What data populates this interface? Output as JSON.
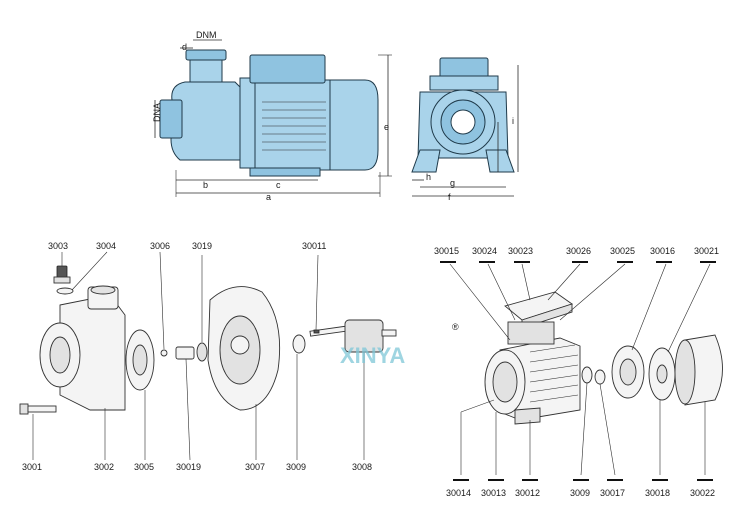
{
  "top_dimension_labels": {
    "d": "d",
    "dnm": "DNM",
    "dna": "DNA",
    "b": "b",
    "c": "c",
    "a": "a",
    "e": "e",
    "h": "h",
    "g": "g",
    "f": "f",
    "i": "i"
  },
  "watermark": {
    "text": "XINYA",
    "mark": "®"
  },
  "part_labels": {
    "p3003": "3003",
    "p3004": "3004",
    "p3006": "3006",
    "p3019": "3019",
    "p30011": "30011",
    "p3001": "3001",
    "p3002": "3002",
    "p3005": "3005",
    "p30019": "30019",
    "p3007": "3007",
    "p3009a": "3009",
    "p3008": "3008",
    "p30015": "30015",
    "p30024": "30024",
    "p30023": "30023",
    "p30026": "30026",
    "p30025": "30025",
    "p30016": "30016",
    "p30021": "30021",
    "p30014": "30014",
    "p30013": "30013",
    "p30012": "30012",
    "p3009b": "3009",
    "p30017": "30017",
    "p30018": "30018",
    "p30022": "30022"
  }
}
